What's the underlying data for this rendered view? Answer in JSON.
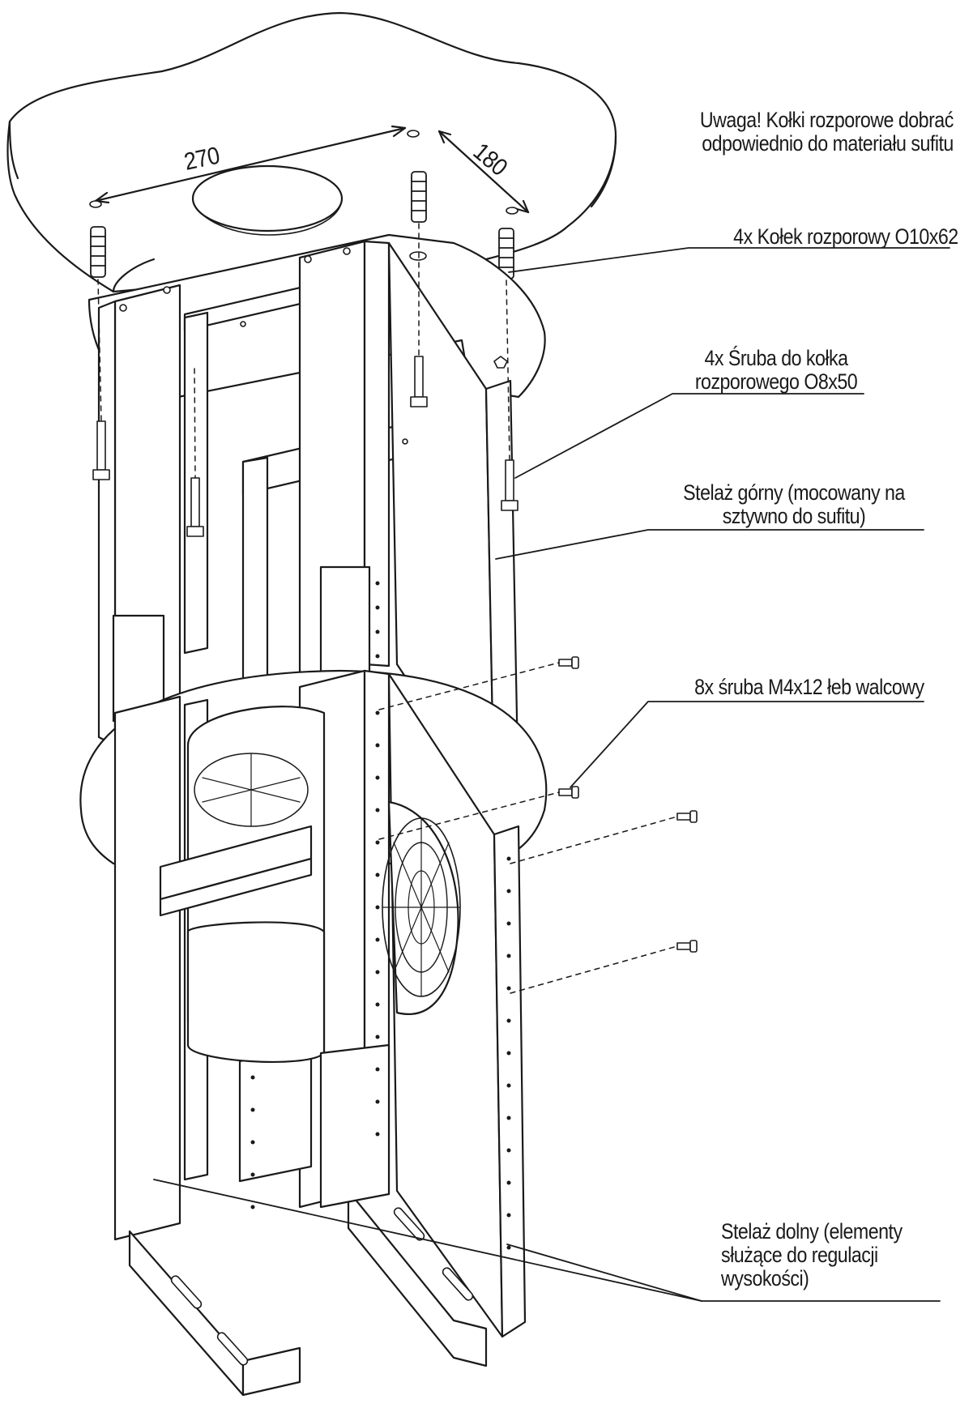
{
  "dimensions": {
    "width_mm": "270",
    "depth_mm": "180"
  },
  "labels": {
    "note_line1": "Uwaga! Kołki rozporowe dobrać",
    "note_line2": "odpowiednio do materiału sufitu",
    "plug": "4x Kołek rozporowy O10x62",
    "screw_line1": "4x Śruba do kołka",
    "screw_line2": "rozporowego O8x50",
    "upper_frame_line1": "Stelaż górny (mocowany na",
    "upper_frame_line2": "sztywno do sufitu)",
    "m4_screws": "8x śruba M4x12 łeb walcowy",
    "lower_frame_line1": "Stelaż dolny (elementy",
    "lower_frame_line2": "służące do regulacji",
    "lower_frame_line3": "wysokości)"
  },
  "colors": {
    "line": "#1a1a1a",
    "fill": "#ffffff"
  }
}
